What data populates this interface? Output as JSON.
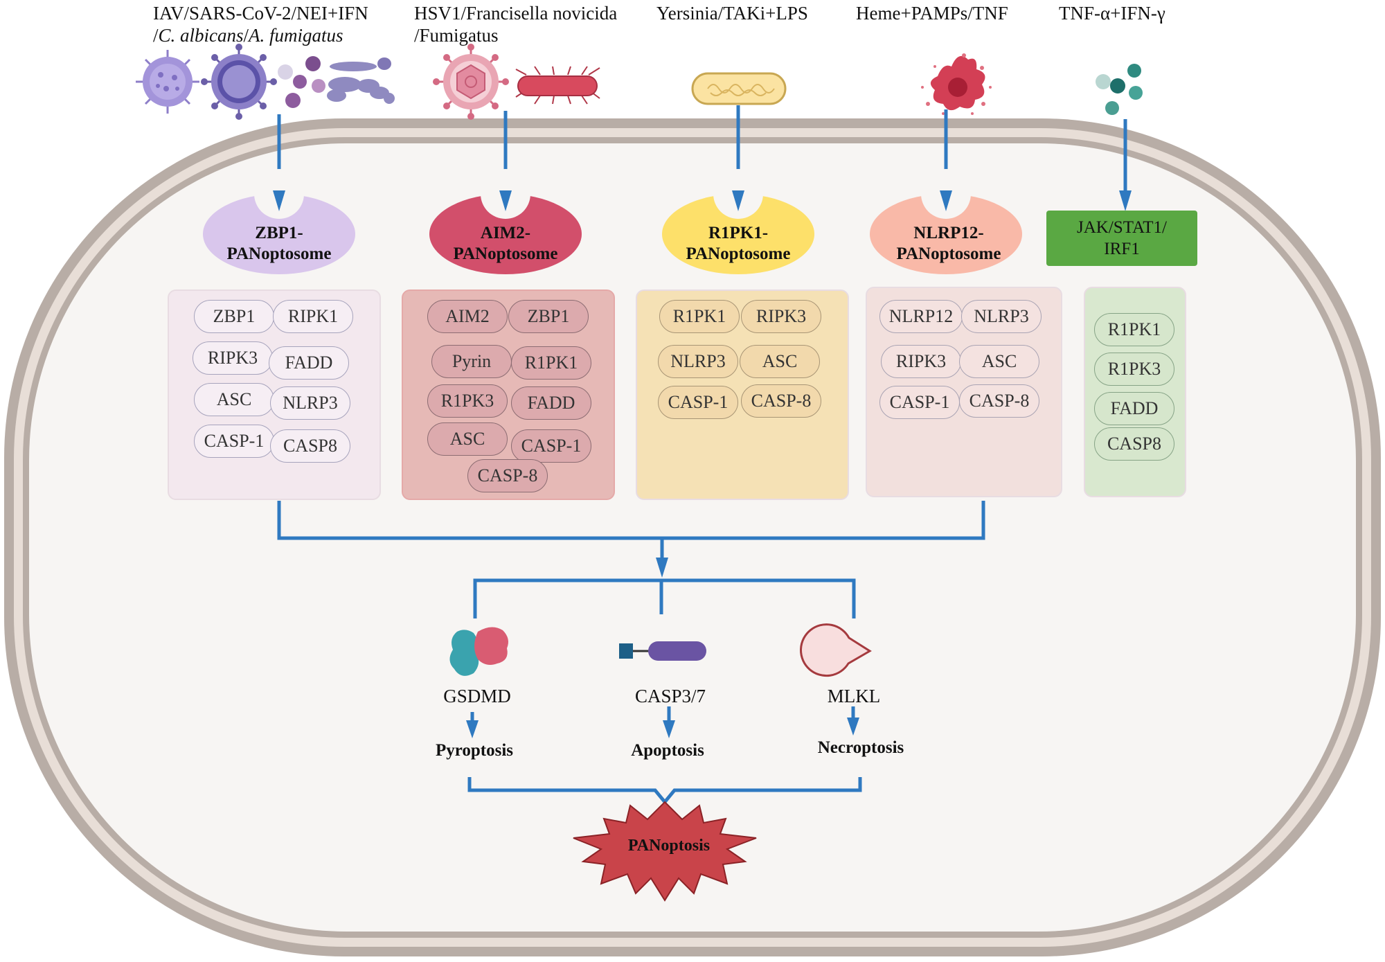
{
  "triggers": [
    {
      "line1": "IAV/SARS-CoV-2/NEI+IFN",
      "line2_sep1": "/",
      "line2_it1": "C. albicans",
      "line2_sep2": "/",
      "line2_it2": "A. fumigatus"
    },
    {
      "line1": "HSV1/Francisella novicida",
      "line2": "/Fumigatus"
    },
    {
      "line1": "Yersinia/TAKi+LPS"
    },
    {
      "line1": "Heme+PAMPs/TNF"
    },
    {
      "line1": "TNF-α+IFN-γ"
    }
  ],
  "complexes": [
    {
      "line1": "ZBP1-",
      "line2": "PANoptosome",
      "color": "#d9c6ec"
    },
    {
      "line1": "AIM2-",
      "line2": "PANoptosome",
      "color": "#d24f6b"
    },
    {
      "line1": "R1PK1-",
      "line2": "PANoptosome",
      "color": "#fde06a"
    },
    {
      "line1": "NLRP12-",
      "line2": "PANoptosome",
      "color": "#f9b9a8"
    }
  ],
  "jak": {
    "line1": "JAK/STAT1/",
    "line2": "IRF1",
    "color": "#5aa843"
  },
  "panels": [
    {
      "pills": [
        "ZBP1",
        "RIPK1",
        "RIPK3",
        "FADD",
        "ASC",
        "NLRP3",
        "CASP-1",
        "CASP8"
      ],
      "bg": "#f3e8ee",
      "pill_bg": "#f6eef4",
      "pill_border": "#a6a3bc"
    },
    {
      "pills": [
        "AIM2",
        "ZBP1",
        "Pyrin",
        "R1PK1",
        "R1PK3",
        "FADD",
        "ASC",
        "CASP-1",
        "CASP-8"
      ],
      "bg": "#e6b9b6",
      "pill_bg": "#dcaaad",
      "pill_border": "#8c6c72"
    },
    {
      "pills": [
        "R1PK1",
        "RIPK3",
        "NLRP3",
        "ASC",
        "CASP-1",
        "CASP-8"
      ],
      "bg": "#f5e1b5",
      "pill_bg": "#f2d9ac",
      "pill_border": "#a89575"
    },
    {
      "pills": [
        "NLRP12",
        "NLRP3",
        "RIPK3",
        "ASC",
        "CASP-1",
        "CASP-8"
      ],
      "bg": "#f2e0dd",
      "pill_bg": "#f4e2e0",
      "pill_border": "#a9a3b3"
    },
    {
      "pills": [
        "R1PK1",
        "R1PK3",
        "FADD",
        "CASP8"
      ],
      "bg": "#d9e8cf",
      "pill_bg": "#d6e6cc",
      "pill_border": "#86a386"
    }
  ],
  "effectors": [
    {
      "label": "GSDMD",
      "death": "Pyroptosis"
    },
    {
      "label": "CASP3/7",
      "death": "Apoptosis"
    },
    {
      "label": "MLKL",
      "death": "Necroptosis"
    }
  ],
  "outcome": "PANoptosis",
  "colors": {
    "arrow": "#2f79c0",
    "membrane_outer": "#b6aaa2",
    "membrane_inner": "#e8dfd8",
    "cytoplasm": "#f7f5f3",
    "star": "#c9444a"
  },
  "icons": [
    "virus-icon",
    "coronavirus-icon",
    "fungal-spores-icon",
    "fungal-hyphae-icon",
    "herpesvirus-icon",
    "bacterium-icon",
    "yersinia-bacterium-icon",
    "heme-icon",
    "cytokine-icon",
    "gsdmd-protein-icon",
    "caspase-protein-icon",
    "mlkl-protein-icon",
    "panoptosis-star-icon"
  ]
}
